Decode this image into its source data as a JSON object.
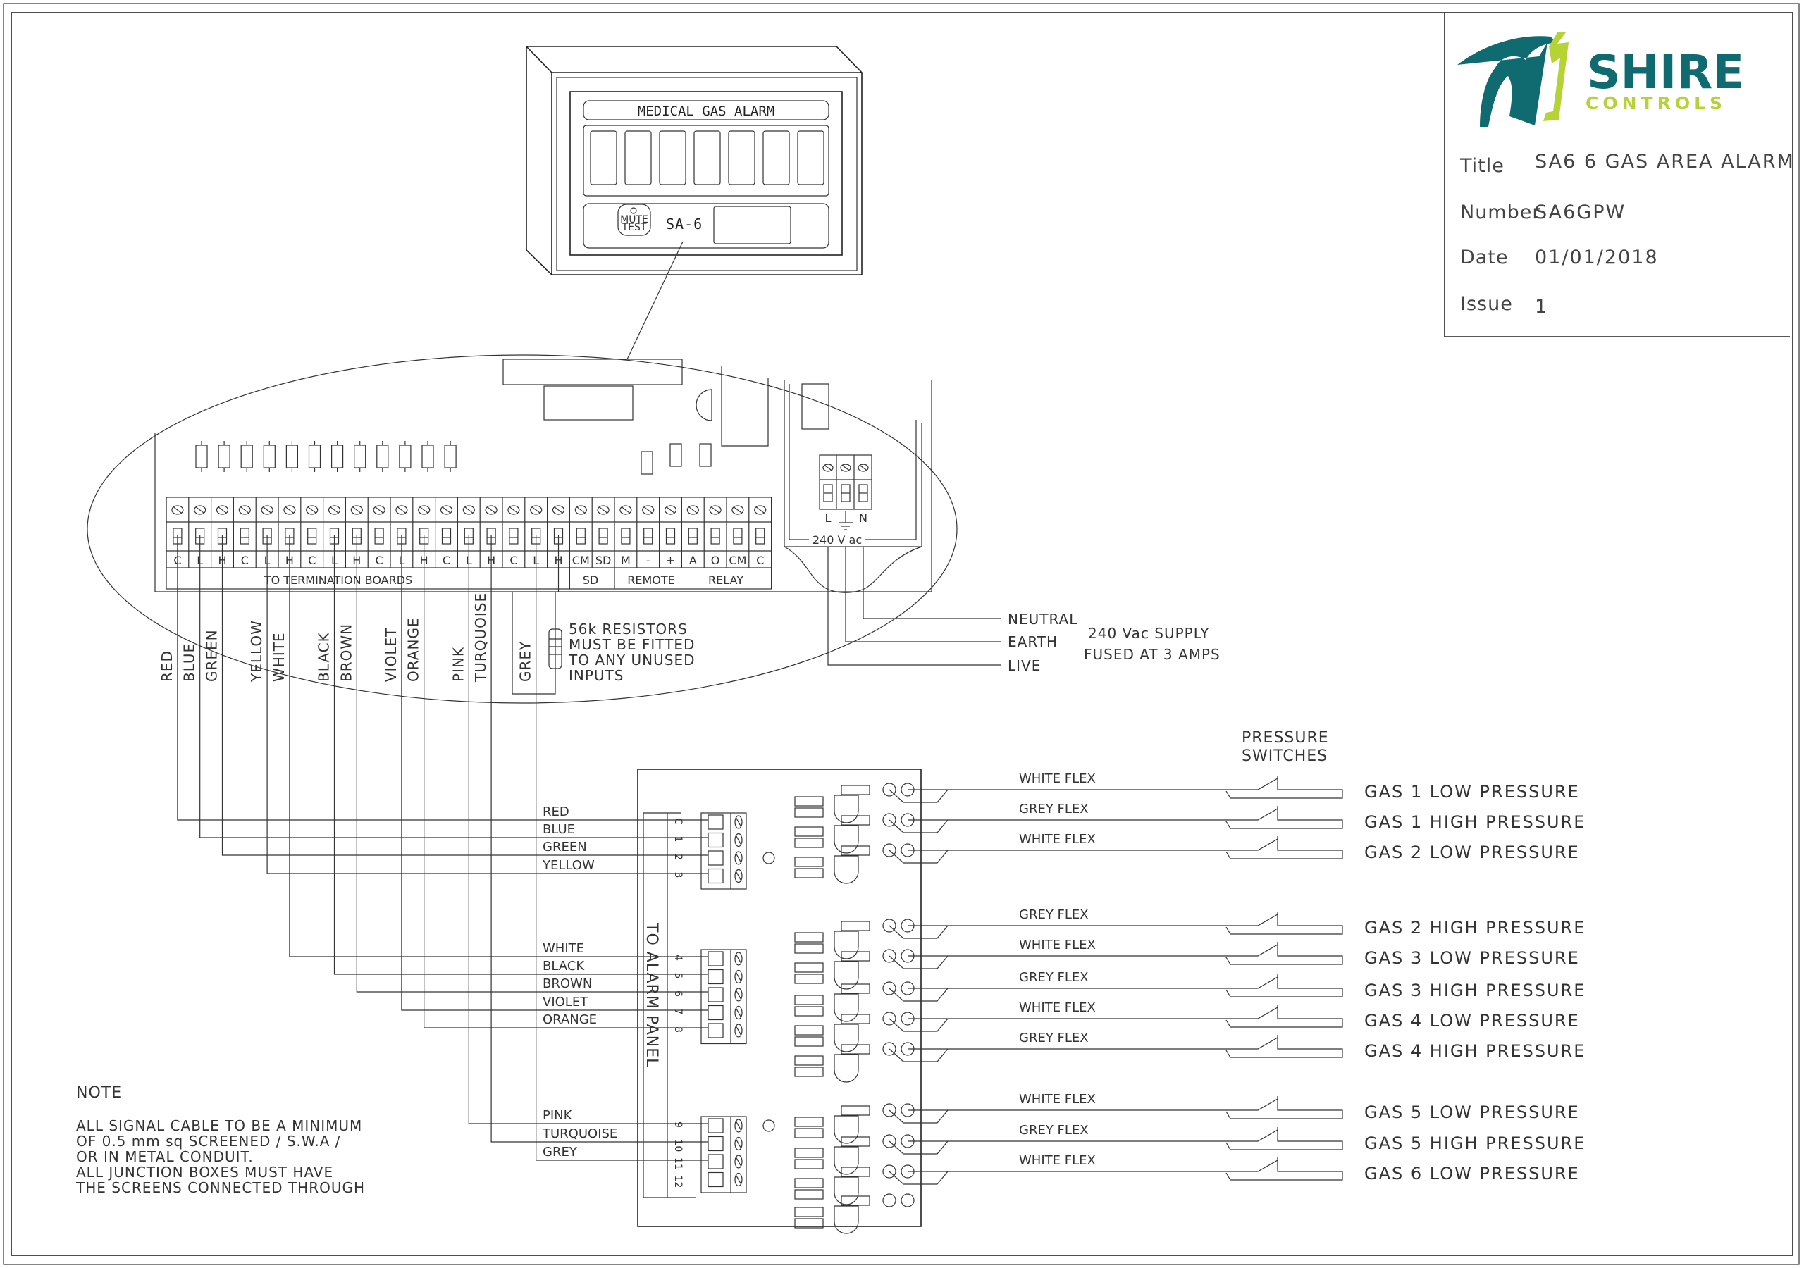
{
  "title_block": {
    "logo": {
      "name": "SHIRE",
      "subtitle": "CONTROLS",
      "brand_color": "#0f6b70",
      "accent_color": "#b5d334"
    },
    "fields": [
      {
        "label": "Title",
        "value": "SA6 6 GAS AREA ALARM"
      },
      {
        "label": "Number",
        "value": "SA6GPW"
      },
      {
        "label": "Date",
        "value": "01/01/2018"
      },
      {
        "label": "Issue",
        "value": "1"
      }
    ]
  },
  "alarm_panel": {
    "header": "MEDICAL GAS ALARM",
    "mute_button": [
      "MUTE",
      "TEST"
    ],
    "model": "SA-6",
    "indicator_count": 7
  },
  "pcb": {
    "terminal_labels": [
      "C",
      "L",
      "H",
      "C",
      "L",
      "H",
      "C",
      "L",
      "H",
      "C",
      "L",
      "H",
      "C",
      "L",
      "H",
      "C",
      "L",
      "H",
      "CM",
      "SD",
      "M",
      "-",
      "+",
      "A",
      "O",
      "CM",
      "C"
    ],
    "group_labels": {
      "termination": "TO TERMINATION BOARDS",
      "sd": "SD",
      "remote": "REMOTE",
      "relay": "RELAY"
    },
    "power_terminal": {
      "labels": [
        "L",
        "",
        "N"
      ],
      "rating": "240 V ac"
    }
  },
  "wire_colors_vertical": [
    "RED",
    "BLUE",
    "GREEN",
    "YELLOW",
    "WHITE",
    "BLACK",
    "BROWN",
    "VIOLET",
    "ORANGE",
    "PINK",
    "TURQUOISE",
    "GREY"
  ],
  "resistor_note": [
    "56k RESISTORS",
    "MUST BE FITTED",
    "TO ANY UNUSED",
    "INPUTS"
  ],
  "power_supply": {
    "wires": [
      "NEUTRAL",
      "EARTH",
      "LIVE"
    ],
    "note": [
      "240 Vac SUPPLY",
      "FUSED AT 3 AMPS"
    ]
  },
  "junction_box": {
    "side_label": "TO ALARM PANEL",
    "groups": [
      {
        "wires": [
          "RED",
          "BLUE",
          "GREEN",
          "YELLOW"
        ],
        "numbers": [
          "C",
          "1",
          "2",
          "3"
        ]
      },
      {
        "wires": [
          "WHITE",
          "BLACK",
          "BROWN",
          "VIOLET",
          "ORANGE"
        ],
        "numbers": [
          "4",
          "5",
          "6",
          "7",
          "8"
        ]
      },
      {
        "wires": [
          "PINK",
          "TURQUOISE",
          "GREY"
        ],
        "numbers": [
          "9",
          "10",
          "11",
          "12"
        ]
      }
    ]
  },
  "pressure_switches": {
    "heading": [
      "PRESSURE",
      "SWITCHES"
    ],
    "circuits": [
      {
        "flex": "WHITE FLEX",
        "label": "GAS 1 LOW PRESSURE"
      },
      {
        "flex": "GREY FLEX",
        "label": "GAS 1 HIGH PRESSURE"
      },
      {
        "flex": "WHITE FLEX",
        "label": "GAS 2 LOW PRESSURE"
      },
      {
        "flex": "GREY FLEX",
        "label": "GAS 2 HIGH PRESSURE"
      },
      {
        "flex": "WHITE FLEX",
        "label": "GAS 3 LOW PRESSURE"
      },
      {
        "flex": "GREY FLEX",
        "label": "GAS 3 HIGH PRESSURE"
      },
      {
        "flex": "WHITE FLEX",
        "label": "GAS 4 LOW PRESSURE"
      },
      {
        "flex": "GREY FLEX",
        "label": "GAS 4 HIGH PRESSURE"
      },
      {
        "flex": "WHITE FLEX",
        "label": "GAS 5 LOW PRESSURE"
      },
      {
        "flex": "GREY FLEX",
        "label": "GAS 5 HIGH PRESSURE"
      },
      {
        "flex": "WHITE FLEX",
        "label": "GAS 6 LOW PRESSURE"
      }
    ]
  },
  "note": {
    "heading": "NOTE",
    "lines": [
      "ALL SIGNAL CABLE TO BE A MINIMUM",
      "OF 0.5 mm sq SCREENED / S.W.A /",
      "OR IN METAL CONDUIT.",
      "ALL JUNCTION BOXES MUST HAVE",
      "THE SCREENS CONNECTED THROUGH"
    ]
  }
}
